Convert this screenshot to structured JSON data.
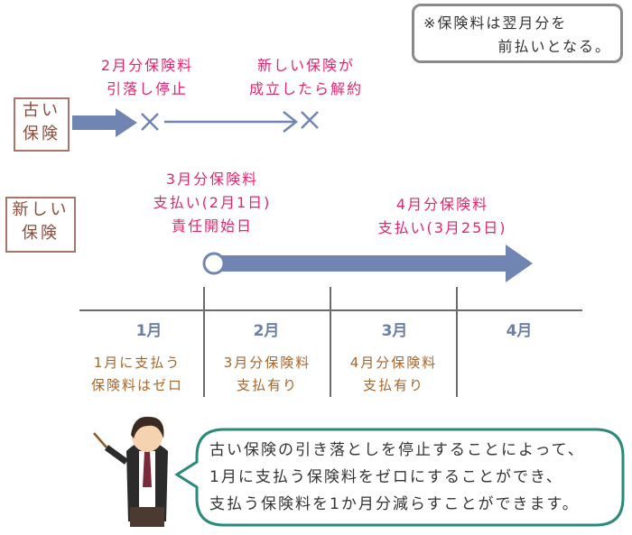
{
  "note": {
    "line1": "※保険料は翌月分を",
    "line2": "前払いとなる。"
  },
  "old_policy": {
    "label_line1": "古い",
    "label_line2": "保険",
    "event1_line1": "2月分保険料",
    "event1_line2": "引落し停止",
    "event2_line1": "新しい保険が",
    "event2_line2": "成立したら解約"
  },
  "new_policy": {
    "label_line1": "新しい",
    "label_line2": "保険",
    "start_line1": "3月分保険料",
    "start_line2": "支払い(2月1日)",
    "start_line3": "責任開始日",
    "next_line1": "4月分保険料",
    "next_line2": "支払い(3月25日)"
  },
  "timeline": {
    "months": [
      "1月",
      "2月",
      "3月",
      "4月"
    ],
    "cells": [
      {
        "line1": "1月に支払う",
        "line2": "保険料はゼロ"
      },
      {
        "line1": "3月分保険料",
        "line2": "支払有り"
      },
      {
        "line1": "4月分保険料",
        "line2": "支払有り"
      }
    ]
  },
  "bubble": {
    "line1": "古い保険の引き落としを停止することによって、",
    "line2": "1月に支払う保険料をゼロにすることができ、",
    "line3": "支払う保険料を1か月分減らすことができます。"
  },
  "colors": {
    "arrow": "#7185b3",
    "accent_pink": "#e4246f",
    "bubble_border": "#2a8a7a",
    "label_border": "#a9746a",
    "month_text": "#6c7fa6",
    "cell_text": "#a5662d"
  }
}
